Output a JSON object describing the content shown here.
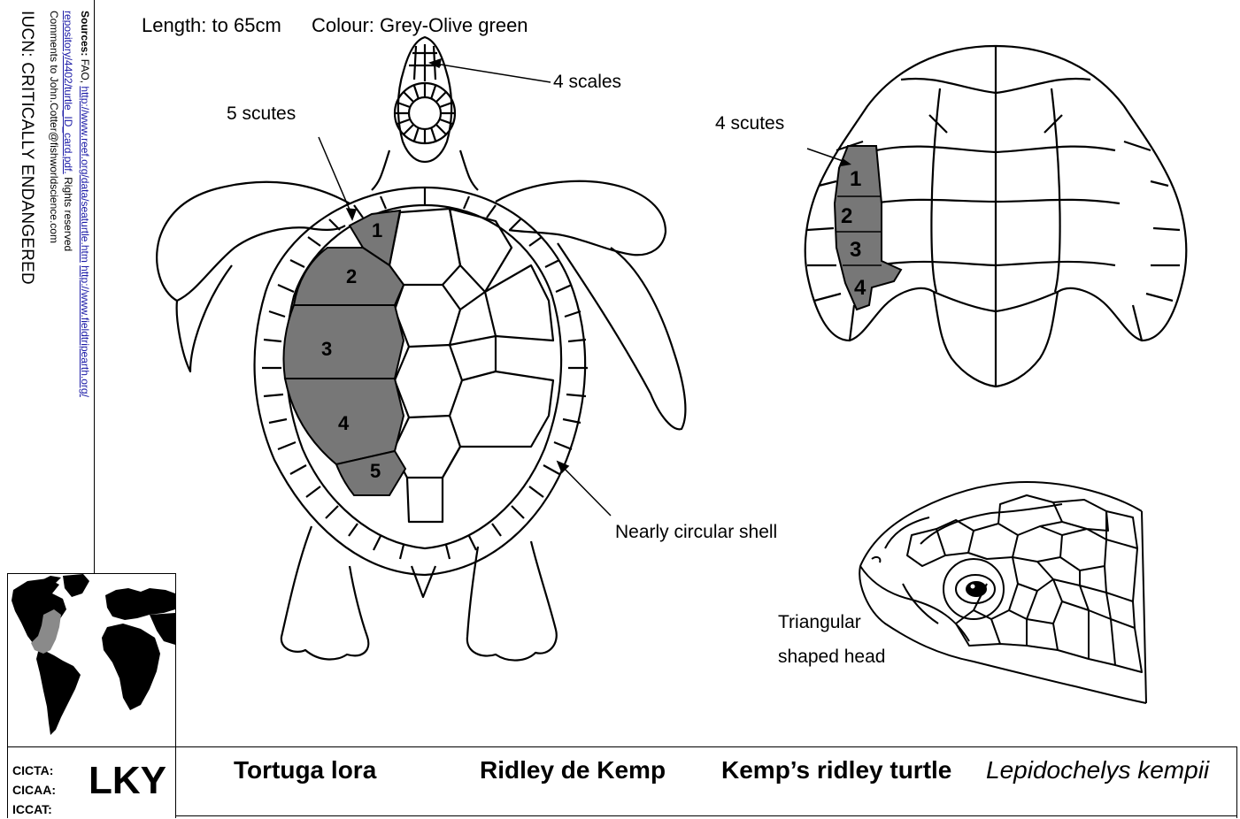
{
  "header": {
    "length": "Length: to 65cm",
    "colour": "Colour: Grey-Olive green"
  },
  "sidebar": {
    "sources_label": "Sources:",
    "sources_fao": "FAO,",
    "link1": "http://www.reef.org/data/seaturtle.htm",
    "link2": "http://www.fieldtripearth.org/",
    "link3": "repository/4402/turtle_ID_card.pdf.",
    "rights": "Rights reserved",
    "comments": "Comments to John.Cotter@fishworldscience.com",
    "iucn": "IUCN: CRITICALLY ENDANGERED"
  },
  "annotations": {
    "four_scales": "4 scales",
    "five_scutes": "5 scutes",
    "four_scutes": "4 scutes",
    "circular_shell": "Nearly circular shell",
    "head_line1": "Triangular",
    "head_line2": "shaped head"
  },
  "scute_numbers_top": [
    "1",
    "2",
    "3",
    "4",
    "5"
  ],
  "scute_numbers_right": [
    "1",
    "2",
    "3",
    "4"
  ],
  "codes": {
    "cicta": "CICTA:",
    "cicaa": "CICAA:",
    "iccat": "ICCAT:",
    "code": "LKY"
  },
  "names": {
    "spanish": "Tortuga lora",
    "french": "Ridley de Kemp",
    "english": "Kemp’s ridley turtle",
    "scientific": "Lepidochelys kempii"
  },
  "colors": {
    "scute_fill": "#777777",
    "map_land": "#000000",
    "map_range": "#8a8a8a"
  }
}
